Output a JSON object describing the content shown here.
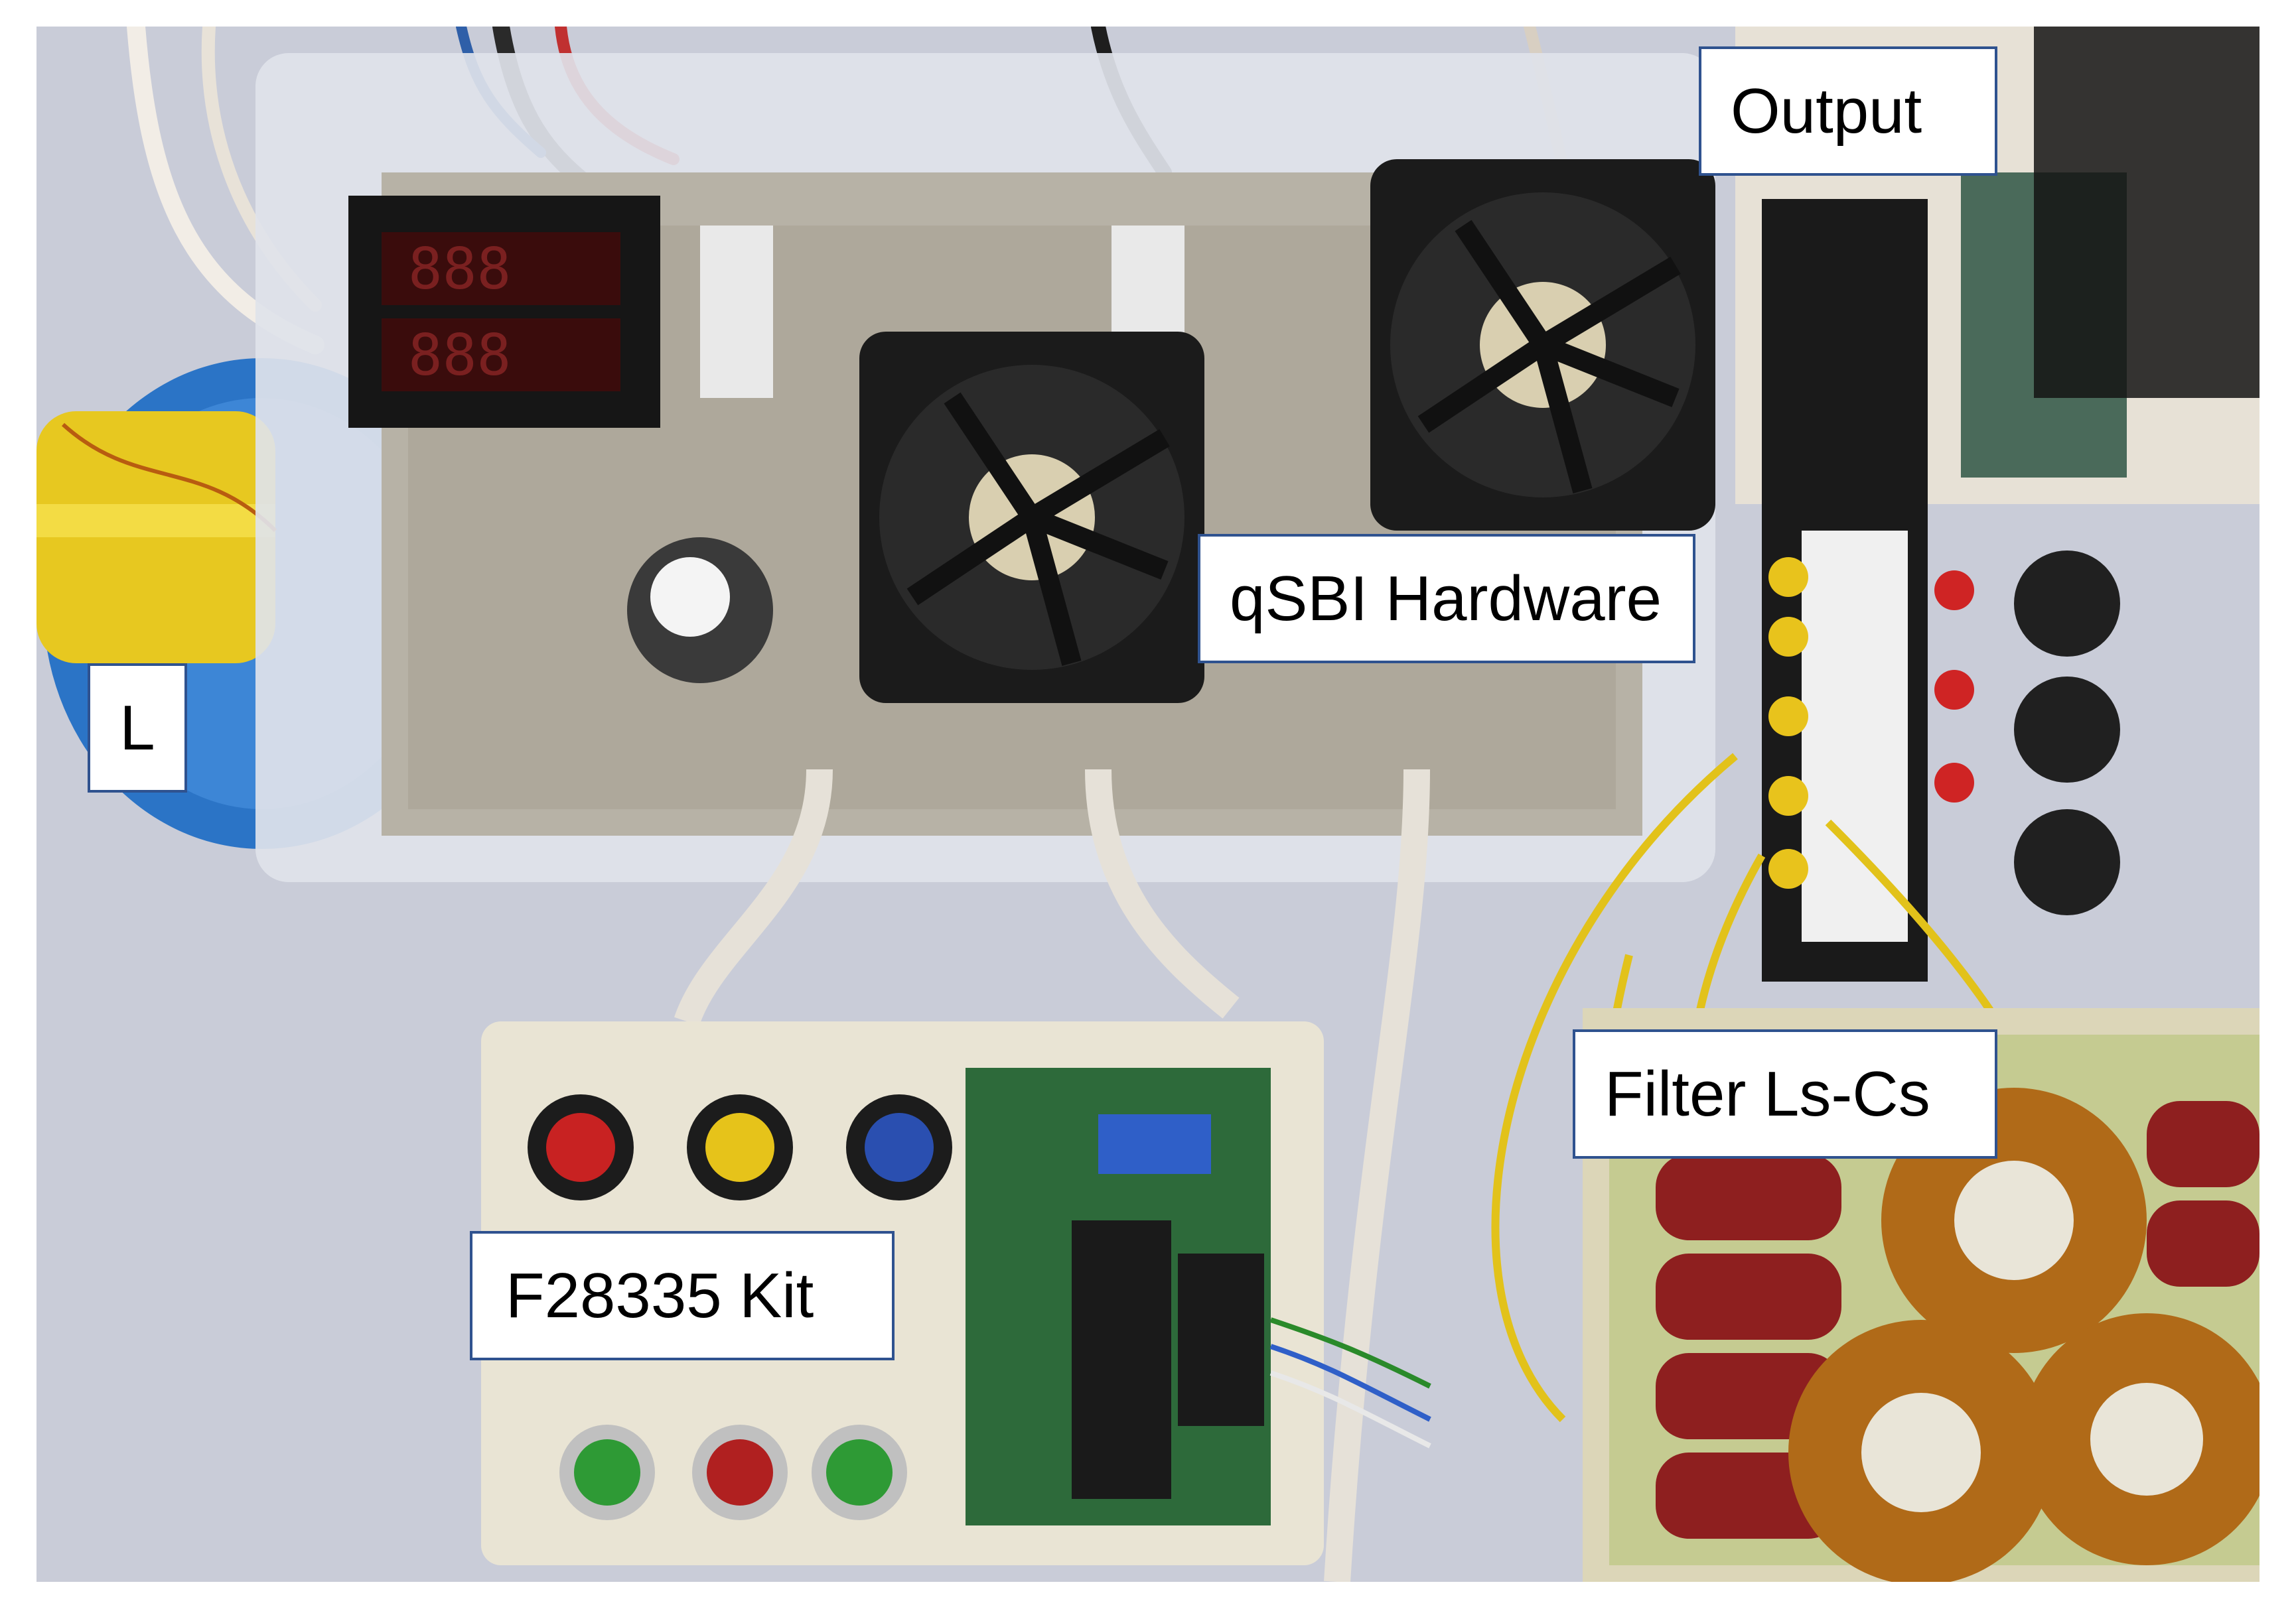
{
  "labels": {
    "output": "Output",
    "qsbi_hardware": "qSBI Hardware",
    "inductor": "L",
    "filter": "Filter Ls-Cs",
    "kit": "F28335 Kit"
  },
  "photo": {
    "components": [
      "dual voltmeter-ammeter display",
      "cooling fan",
      "cooling fan",
      "toroidal inductor",
      "terminal block",
      "three toroidal filter inductors",
      "film capacitors",
      "control kit board with knobs and push buttons"
    ]
  },
  "colors": {
    "label_border": "#2f528f",
    "background": "#ffffff"
  }
}
